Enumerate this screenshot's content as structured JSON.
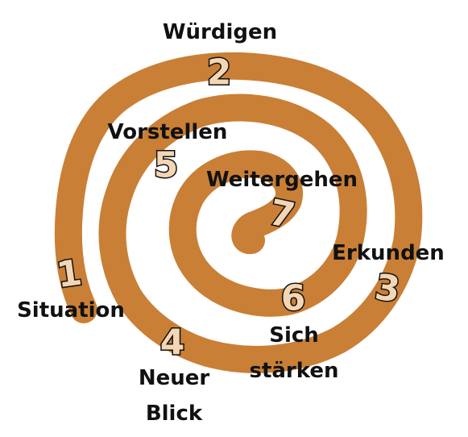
{
  "colors": {
    "spiral": "#C97F36",
    "number_fill": "#F3D6B3",
    "number_outline": "#111111",
    "text": "#111111",
    "background": "#FFFFFF"
  },
  "steps": [
    {
      "number": "1",
      "label_lines": [
        "Situation"
      ]
    },
    {
      "number": "2",
      "label_lines": [
        "Würdigen"
      ]
    },
    {
      "number": "3",
      "label_lines": [
        "Erkunden"
      ]
    },
    {
      "number": "4",
      "label_lines": [
        "Neuer",
        "Blick"
      ]
    },
    {
      "number": "5",
      "label_lines": [
        "Vorstellen"
      ]
    },
    {
      "number": "6",
      "label_lines": [
        "Sich",
        "stärken"
      ]
    },
    {
      "number": "7",
      "label_lines": [
        "Weitergehen"
      ]
    }
  ]
}
